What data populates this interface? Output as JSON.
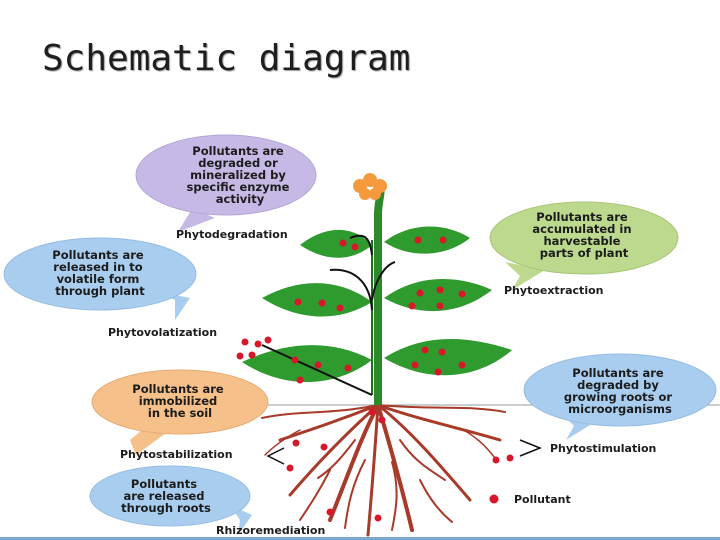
{
  "title": "Schematic diagram",
  "colors": {
    "bubble_purple": "#c7b9e6",
    "bubble_green": "#bcd98e",
    "bubble_blue": "#a9cdef",
    "bubble_orange": "#f5c08a",
    "leaf_green": "#2f9a2e",
    "stem_green": "#2c8a2a",
    "root_red": "#a83a2a",
    "pollutant_red": "#d8182a",
    "flower_orange": "#f59a3c"
  },
  "bubbles": {
    "phytodegradation": [
      "Pollutants are",
      "degraded or",
      "mineralized by",
      "specific enzyme",
      "activity"
    ],
    "phytoextraction": [
      "Pollutants are",
      "accumulated in",
      "harvestable",
      "parts of  plant"
    ],
    "phytovolatization": [
      "Pollutants are",
      "released in to",
      "volatile form",
      "through plant"
    ],
    "phytostimulation": [
      "Pollutants  are",
      "degraded by",
      "growing roots or",
      "microorganisms"
    ],
    "phytostabilization": [
      "Pollutants are",
      "immobilized",
      "in the soil"
    ],
    "rhizoremediation": [
      "Pollutants",
      "are  released",
      "through roots"
    ]
  },
  "labels": {
    "phytodegradation": "Phytodegradation",
    "phytoextraction": "Phytoextraction",
    "phytovolatization": "Phytovolatization",
    "phytostimulation": "Phytostimulation",
    "phytostabilization": "Phytostabilization",
    "rhizoremediation": "Rhizoremediation",
    "pollutant": "Pollutant"
  }
}
